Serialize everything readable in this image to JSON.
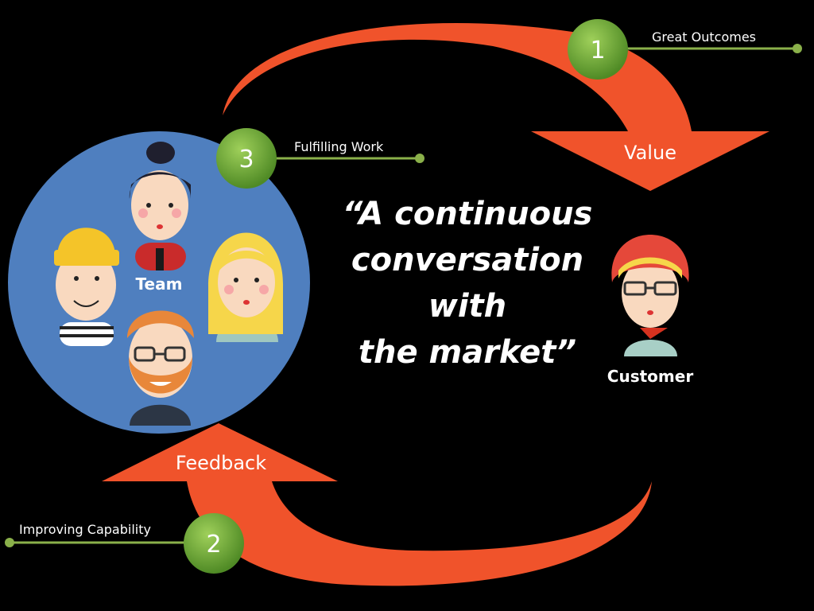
{
  "colors": {
    "background": "#000000",
    "arrow": "#f0532b",
    "team_circle": "#4f7fbf",
    "badge": "#6ea63a",
    "connector": "#8ab04a"
  },
  "diagram": {
    "nodes": {
      "team_label": "Team",
      "customer_label": "Customer"
    },
    "arrows": {
      "value_label": "Value",
      "feedback_label": "Feedback"
    },
    "steps": [
      {
        "number": "1",
        "label": "Great Outcomes"
      },
      {
        "number": "2",
        "label": "Improving Capability"
      },
      {
        "number": "3",
        "label": "Fulfilling Work"
      }
    ],
    "quote_lines": [
      "“A continuous",
      "conversation",
      "with",
      "the market”"
    ]
  }
}
